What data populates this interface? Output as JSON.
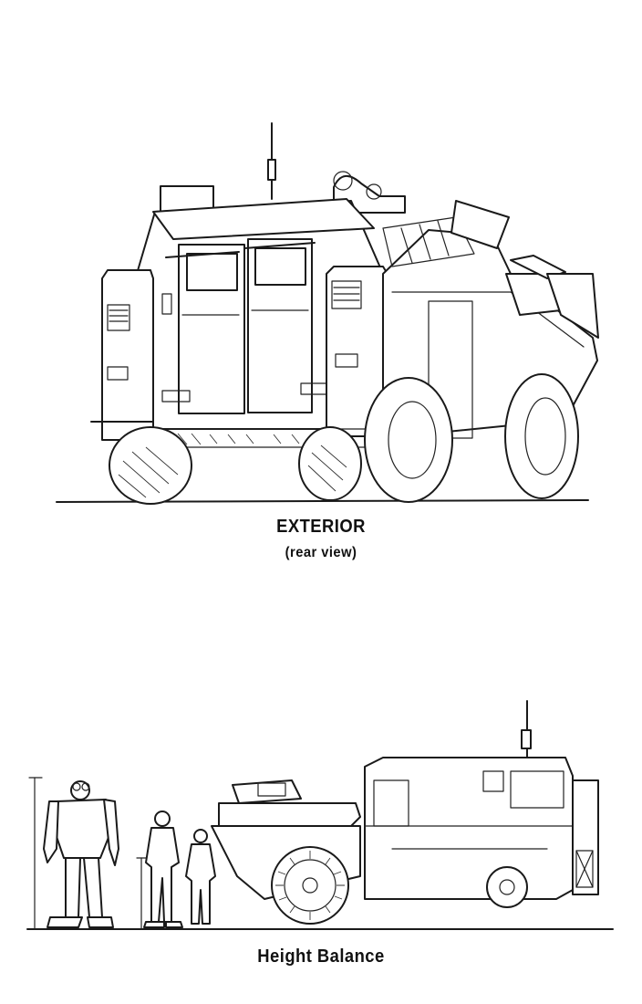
{
  "captions": {
    "exterior_title": "EXTERIOR",
    "exterior_subtitle": "(rear view)",
    "height_title": "Height Balance"
  },
  "colors": {
    "ink": "#1a1a1a",
    "paper": "#ffffff"
  }
}
